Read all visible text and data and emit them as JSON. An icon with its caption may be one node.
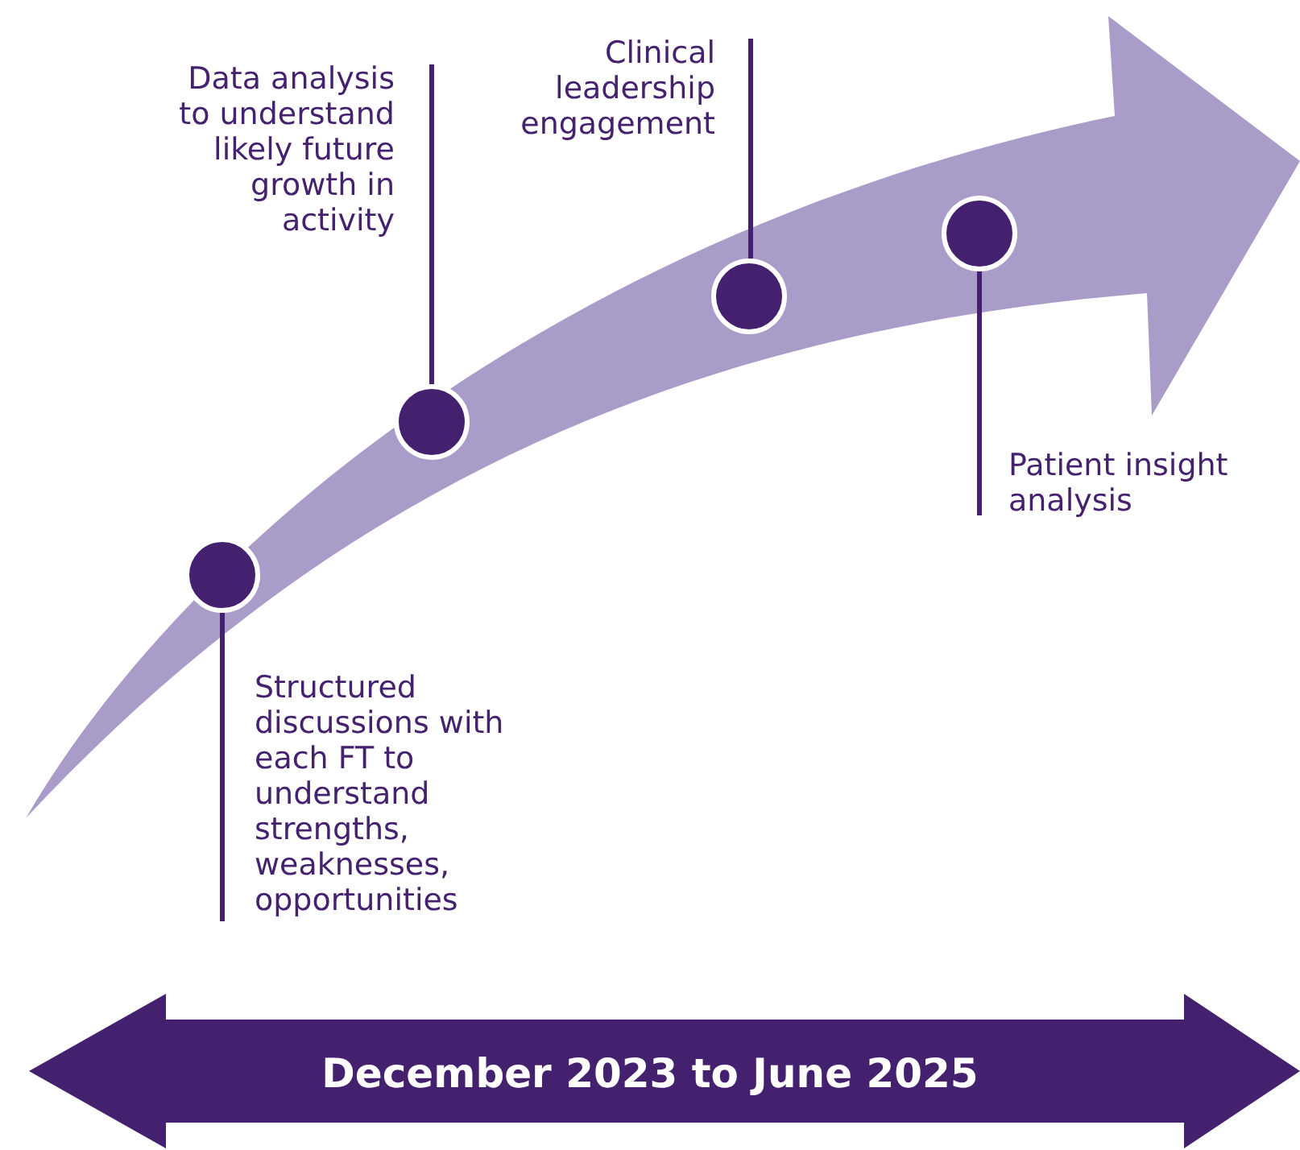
{
  "diagram": {
    "nodes": [
      {
        "text": [
          "Structured discussions with each FT to understand strengths, weaknesses, opportunities"
        ]
      },
      {
        "text": [],
        "shape": "circle"
      },
      {
        "text": [
          "Data analysis to understand likely future growth in activity"
        ]
      },
      {
        "text": [],
        "shape": "circle"
      },
      {
        "text": [
          "Clinical leadership engagement"
        ]
      },
      {
        "text": [],
        "shape": "circle"
      },
      {
        "text": [
          "Patient insight analysis"
        ]
      },
      {
        "text": [],
        "shape": "circle"
      },
      {
        "text": [
          "December 2023 to June 2025"
        ]
      }
    ],
    "edges": [
      {
        "from": 0,
        "to": 1,
        "arrow": "none"
      },
      {
        "from": 2,
        "to": 3,
        "arrow": "none"
      },
      {
        "from": 4,
        "to": 5,
        "arrow": "none"
      },
      {
        "from": 6,
        "to": 7,
        "arrow": "none"
      }
    ]
  }
}
